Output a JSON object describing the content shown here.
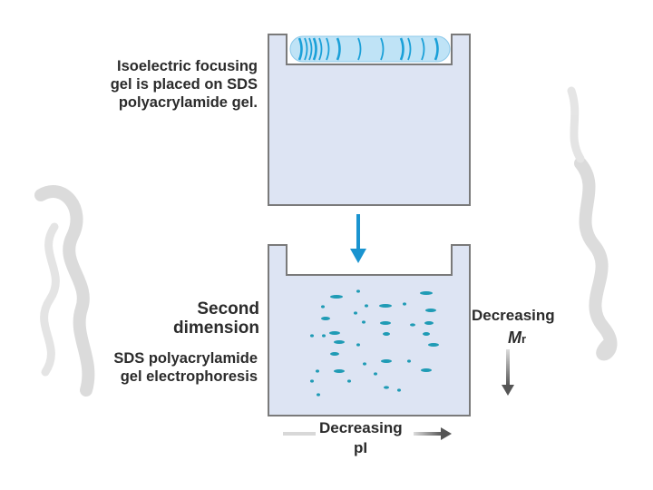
{
  "labels": {
    "ief_line1": "Isoelectric focusing",
    "ief_line2": "gel is placed on SDS",
    "ief_line3": "polyacrylamide gel.",
    "second_line1": "Second",
    "second_line2": "dimension",
    "sds_line1": "SDS polyacrylamide",
    "sds_line2": "gel electrophoresis",
    "decreasing_mr_word": "Decreasing",
    "mr_symbol": "M",
    "mr_subscript": "r",
    "decreasing_pi_word": "Decreasing",
    "pi_label": "pI"
  },
  "colors": {
    "gel_fill": "#dde4f3",
    "gel_border": "#7a7a7a",
    "spot_color": "#1f9bb5",
    "arrow_blue": "#1a94d0",
    "arrow_gray": "#555555",
    "band_color": "#1aa0d8",
    "tube_fill": "#bfe3f6"
  },
  "strip_bands": 13,
  "protein_spot_count": 35
}
